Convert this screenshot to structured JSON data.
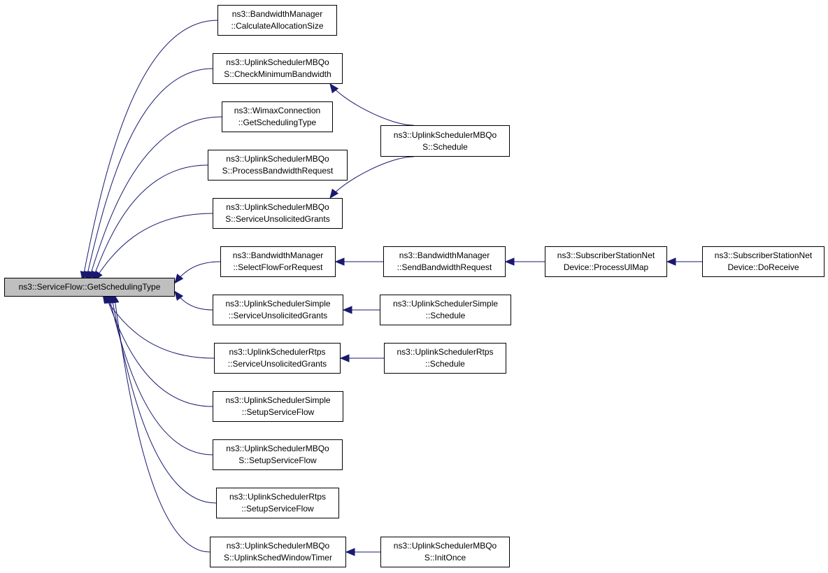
{
  "colors": {
    "edge": "#191970",
    "root_fill": "#bfbfbf",
    "node_fill": "#ffffff",
    "border": "#000000"
  },
  "nodes": {
    "root": {
      "lines": [
        "ns3::ServiceFlow::GetSchedulingType"
      ]
    },
    "calc": {
      "lines": [
        "ns3::BandwidthManager",
        "::CalculateAllocationSize"
      ]
    },
    "chkmin": {
      "lines": [
        "ns3::UplinkSchedulerMBQo",
        "S::CheckMinimumBandwidth"
      ]
    },
    "wimax": {
      "lines": [
        "ns3::WimaxConnection",
        "::GetSchedulingType"
      ]
    },
    "procbw": {
      "lines": [
        "ns3::UplinkSchedulerMBQo",
        "S::ProcessBandwidthRequest"
      ]
    },
    "mbqsug": {
      "lines": [
        "ns3::UplinkSchedulerMBQo",
        "S::ServiceUnsolicitedGrants"
      ]
    },
    "select": {
      "lines": [
        "ns3::BandwidthManager",
        "::SelectFlowForRequest"
      ]
    },
    "simsug": {
      "lines": [
        "ns3::UplinkSchedulerSimple",
        "::ServiceUnsolicitedGrants"
      ]
    },
    "rtpsug": {
      "lines": [
        "ns3::UplinkSchedulerRtps",
        "::ServiceUnsolicitedGrants"
      ]
    },
    "simsetup": {
      "lines": [
        "ns3::UplinkSchedulerSimple",
        "::SetupServiceFlow"
      ]
    },
    "mbqsetup": {
      "lines": [
        "ns3::UplinkSchedulerMBQo",
        "S::SetupServiceFlow"
      ]
    },
    "rtpsetup": {
      "lines": [
        "ns3::UplinkSchedulerRtps",
        "::SetupServiceFlow"
      ]
    },
    "winTimer": {
      "lines": [
        "ns3::UplinkSchedulerMBQo",
        "S::UplinkSchedWindowTimer"
      ]
    },
    "mbqsched": {
      "lines": [
        "ns3::UplinkSchedulerMBQo",
        "S::Schedule"
      ]
    },
    "sendbw": {
      "lines": [
        "ns3::BandwidthManager",
        "::SendBandwidthRequest"
      ]
    },
    "ulmap": {
      "lines": [
        "ns3::SubscriberStationNet",
        "Device::ProcessUlMap"
      ]
    },
    "dorecv": {
      "lines": [
        "ns3::SubscriberStationNet",
        "Device::DoReceive"
      ]
    },
    "simsched": {
      "lines": [
        "ns3::UplinkSchedulerSimple",
        "::Schedule"
      ]
    },
    "rtpsched": {
      "lines": [
        "ns3::UplinkSchedulerRtps",
        "::Schedule"
      ]
    },
    "initonce": {
      "lines": [
        "ns3::UplinkSchedulerMBQo",
        "S::InitOnce"
      ]
    }
  },
  "edges": [
    {
      "from": "calc",
      "to": "root"
    },
    {
      "from": "chkmin",
      "to": "root"
    },
    {
      "from": "wimax",
      "to": "root"
    },
    {
      "from": "procbw",
      "to": "root"
    },
    {
      "from": "mbqsug",
      "to": "root"
    },
    {
      "from": "select",
      "to": "root"
    },
    {
      "from": "simsug",
      "to": "root"
    },
    {
      "from": "rtpsug",
      "to": "root"
    },
    {
      "from": "simsetup",
      "to": "root"
    },
    {
      "from": "mbqsetup",
      "to": "root"
    },
    {
      "from": "rtpsetup",
      "to": "root"
    },
    {
      "from": "winTimer",
      "to": "root"
    },
    {
      "from": "mbqsched",
      "to": "chkmin"
    },
    {
      "from": "mbqsched",
      "to": "mbqsug"
    },
    {
      "from": "sendbw",
      "to": "select"
    },
    {
      "from": "ulmap",
      "to": "sendbw"
    },
    {
      "from": "dorecv",
      "to": "ulmap"
    },
    {
      "from": "simsched",
      "to": "simsug"
    },
    {
      "from": "rtpsched",
      "to": "rtpsug"
    },
    {
      "from": "initonce",
      "to": "winTimer"
    }
  ]
}
